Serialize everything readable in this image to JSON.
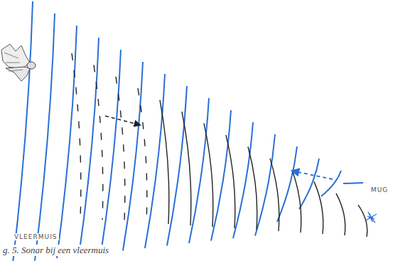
{
  "diagram": {
    "caption": "g. 5. Sonar bij een vleermuis",
    "labels": [
      "VLEERMUIS",
      "MUG"
    ]
  }
}
